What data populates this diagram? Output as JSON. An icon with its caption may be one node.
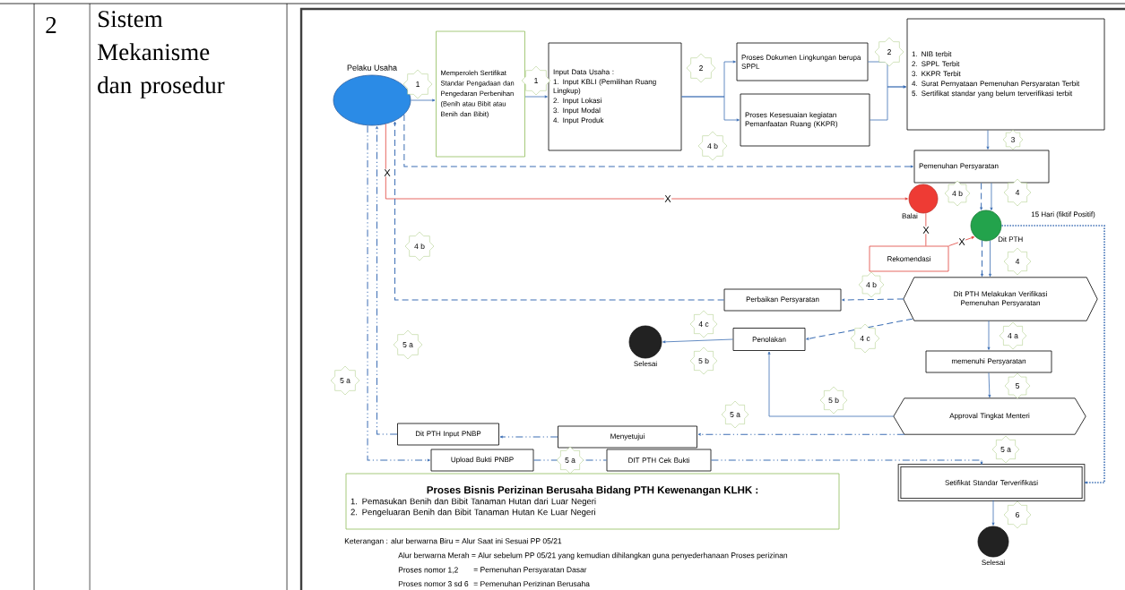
{
  "diagram": {
    "nodes": [
      {
        "text": [
          "Pelaku Usaha"
        ]
      },
      {
        "text": [
          "Memperoleh Sertifikat Standar Pengadaan dan Pengedaran Perbenihan (Benih atau Bibit atau Benih dan Bibit)"
        ]
      },
      {
        "text": [
          "Input Data Usaha :",
          "1. Input KBLI (Pemilihan Ruang Lingkup)",
          "2. Input Lokasi",
          "3. Input Modal",
          "4. Input Produk"
        ]
      },
      {
        "text": [
          "Proses Dokumen Lingkungan berupa SPPL"
        ]
      },
      {
        "text": [
          "Proses Kesesuaian kegiatan Pemanfaatan Ruang (KKPR)"
        ]
      },
      {
        "text": [
          "1. NIB terbit",
          "2. SPPL Terbit",
          "3. KKPR Terbit",
          "4. Surat Pernyataan Pemenuhan Persyaratan Terbit",
          "5. Sertifikat standar yang belum terverifikasi terbit"
        ]
      },
      {
        "text": [
          "Pemenuhan Persyaratan"
        ]
      },
      {
        "text": [
          "Balai"
        ]
      },
      {
        "text": [
          "Dit PTH"
        ]
      },
      {
        "text": [
          "Rekomendasi"
        ]
      },
      {
        "text": [
          "Dit PTH Melakukan Verifikasi Pemenuhan Persyaratan"
        ]
      },
      {
        "text": [
          "Perbaikan Persyaratan"
        ]
      },
      {
        "text": [
          "Penolakan"
        ]
      },
      {
        "text": [
          "Selesai"
        ]
      },
      {
        "text": [
          "memenuhi Persyaratan"
        ]
      },
      {
        "text": [
          "Approval Tingkat Menteri"
        ]
      },
      {
        "text": [
          "Menyetujui"
        ]
      },
      {
        "text": [
          "Dit PTH Input PNBP"
        ]
      },
      {
        "text": [
          "Upload Bukti PNBP"
        ]
      },
      {
        "text": [
          "DIT PTH Cek Bukti"
        ]
      },
      {
        "text": [
          "Setifikat Standar Terverifikasi"
        ]
      },
      {
        "text": [
          "Selesai"
        ]
      },
      {
        "text": [
          "Proses Bisnis Perizinan Berusaha Bidang PTH Kewenangan KLHK :",
          "1. Pemasukan Benih dan Bibit Tanaman Hutan dari Luar Negeri",
          "2. Pengeluaran Benih dan Bibit Tanaman Hutan Ke Luar Negeri"
        ]
      }
    ],
    "edges": [
      {
        "from": 0,
        "to": 1,
        "arrow": "to",
        "label": "1"
      },
      {
        "from": 1,
        "to": 2,
        "arrow": "to",
        "label": "1"
      },
      {
        "from": 2,
        "to": 3,
        "arrow": "to",
        "label": "2"
      },
      {
        "from": 2,
        "to": 4,
        "arrow": "to"
      },
      {
        "from": 3,
        "to": 5,
        "arrow": "to",
        "label": "2"
      },
      {
        "from": 4,
        "to": 5,
        "arrow": "to"
      },
      {
        "from": 5,
        "to": 6,
        "arrow": "to",
        "label": "3"
      },
      {
        "from": 0,
        "to": 6,
        "arrow": "to",
        "label": "4 b",
        "style": "dashed"
      },
      {
        "from": 6,
        "to": 8,
        "arrow": "to",
        "label": "4"
      },
      {
        "from": 6,
        "to": 8,
        "arrow": "to",
        "label": "4 b",
        "style": "dashed"
      },
      {
        "from": 0,
        "to": 7,
        "arrow": "to",
        "label": "X",
        "color": "#e0413a"
      },
      {
        "from": 7,
        "to": 9,
        "arrow": "none",
        "label": "X",
        "color": "#e0413a"
      },
      {
        "from": 9,
        "to": 8,
        "arrow": "to",
        "label": "X",
        "color": "#e0413a"
      },
      {
        "from": 8,
        "to": 10,
        "arrow": "to",
        "label": "4"
      },
      {
        "from": 8,
        "to": 10,
        "arrow": "to",
        "style": "dashed"
      },
      {
        "from": 10,
        "to": 11,
        "arrow": "to",
        "label": "4 b",
        "style": "dashed"
      },
      {
        "from": 11,
        "to": 0,
        "arrow": "to",
        "label": "4 b",
        "style": "dashed"
      },
      {
        "from": 10,
        "to": 12,
        "arrow": "to",
        "label": "4 c",
        "style": "dashed"
      },
      {
        "from": 12,
        "to": 13,
        "arrow": "to",
        "label": "4 c"
      },
      {
        "from": 10,
        "to": 14,
        "arrow": "to",
        "label": "4 a"
      },
      {
        "from": 14,
        "to": 15,
        "arrow": "to",
        "label": "5"
      },
      {
        "from": 15,
        "to": 12,
        "arrow": "to",
        "label": "5 b"
      },
      {
        "from": 15,
        "to": 16,
        "arrow": "to",
        "label": "5 a",
        "style": "dashed"
      },
      {
        "from": 16,
        "to": 17,
        "arrow": "to",
        "style": "dashed"
      },
      {
        "from": 17,
        "to": 0,
        "arrow": "to",
        "label": "5 a",
        "style": "dashed"
      },
      {
        "from": 0,
        "to": 18,
        "arrow": "to",
        "label": "5 a",
        "style": "dashed"
      },
      {
        "from": 18,
        "to": 19,
        "arrow": "none",
        "label": "5 a",
        "style": "dashed"
      },
      {
        "from": 19,
        "to": 20,
        "arrow": "to",
        "label": "5 a",
        "style": "dashed"
      },
      {
        "from": 8,
        "to": 20,
        "arrow": "to",
        "label": "15 Hari (fiktif Positif)",
        "style": "dashed"
      },
      {
        "from": 20,
        "to": 21,
        "arrow": "to",
        "label": "6"
      }
    ],
    "labels": [
      "2",
      "Sistem Mekanisme dan prosedur",
      "X",
      "5 b",
      "Keterangan : alur berwarna Biru = Alur Saat ini Sesuai PP 05/21",
      "Alur berwarna Merah = Alur sebelum PP 05/21 yang kemudian dihilangkan guna penyederhanaan Proses perizinan",
      "Proses nomor 1,2",
      "= Pemenuhan Persyaratan Dasar",
      "Proses nomor 3 sd 6",
      "= Pemenuhan Perizinan Berusaha"
    ]
  }
}
